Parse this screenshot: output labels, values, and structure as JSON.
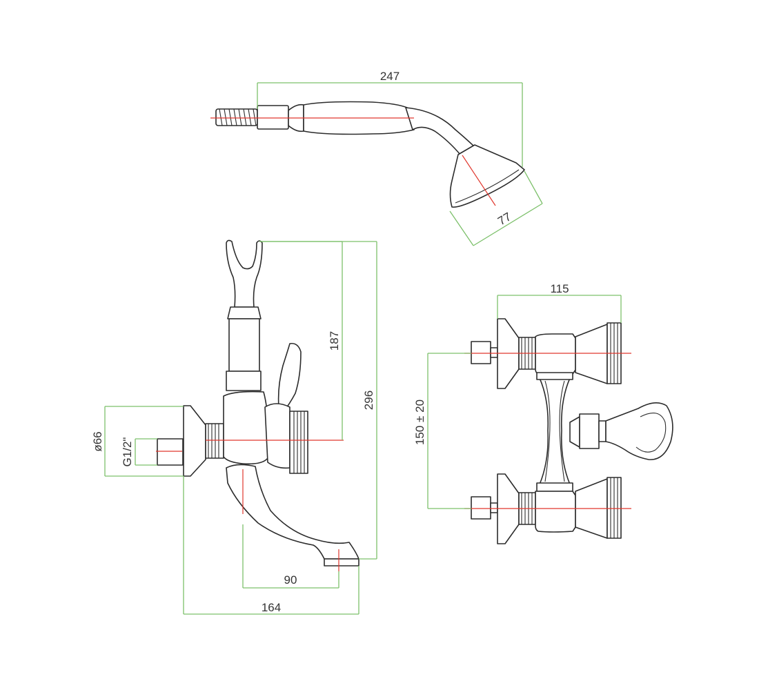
{
  "colors": {
    "outline": "#2b2b2b",
    "dimension_lines": "#7cc06a",
    "center_lines": "#e0362c",
    "text": "#333333"
  },
  "dimensions": {
    "shower_length": "247",
    "shower_head_diameter": "77",
    "holder_height": "187",
    "total_height": "296",
    "flange_diameter": "ø66",
    "thread_size": "G1/2\"",
    "spout_offset": "90",
    "total_depth": "164",
    "handle_width": "115",
    "inlet_spacing": "150 ± 20"
  }
}
